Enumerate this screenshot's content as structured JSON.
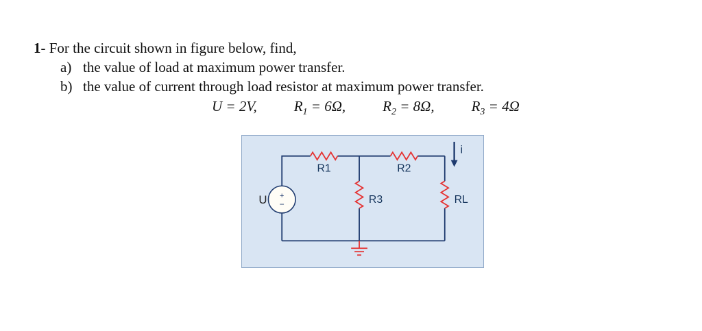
{
  "problem": {
    "number": "1-",
    "statement": "For the circuit shown in figure below, find,",
    "items": [
      {
        "label": "a)",
        "text": "the value of load at maximum power transfer."
      },
      {
        "label": "b)",
        "text": "the value of current through load resistor at maximum power transfer."
      }
    ],
    "given": [
      {
        "var": "U",
        "sub": "",
        "rest": " = 2V,"
      },
      {
        "var": "R",
        "sub": "1",
        "rest": " = 6Ω,"
      },
      {
        "var": "R",
        "sub": "2",
        "rest": " = 8Ω,"
      },
      {
        "var": "R",
        "sub": "3",
        "rest": " = 4Ω"
      }
    ]
  },
  "circuit": {
    "source_label": "U",
    "plus": "+",
    "minus": "−",
    "r1": "R1",
    "r2": "R2",
    "r3": "R3",
    "rl": "RL",
    "current": "i",
    "colors": {
      "background": "#d9e5f3",
      "border": "#8fa8c8",
      "wire": "#1e3a6e",
      "resistor": "#e53333",
      "label": "#17365d"
    }
  }
}
